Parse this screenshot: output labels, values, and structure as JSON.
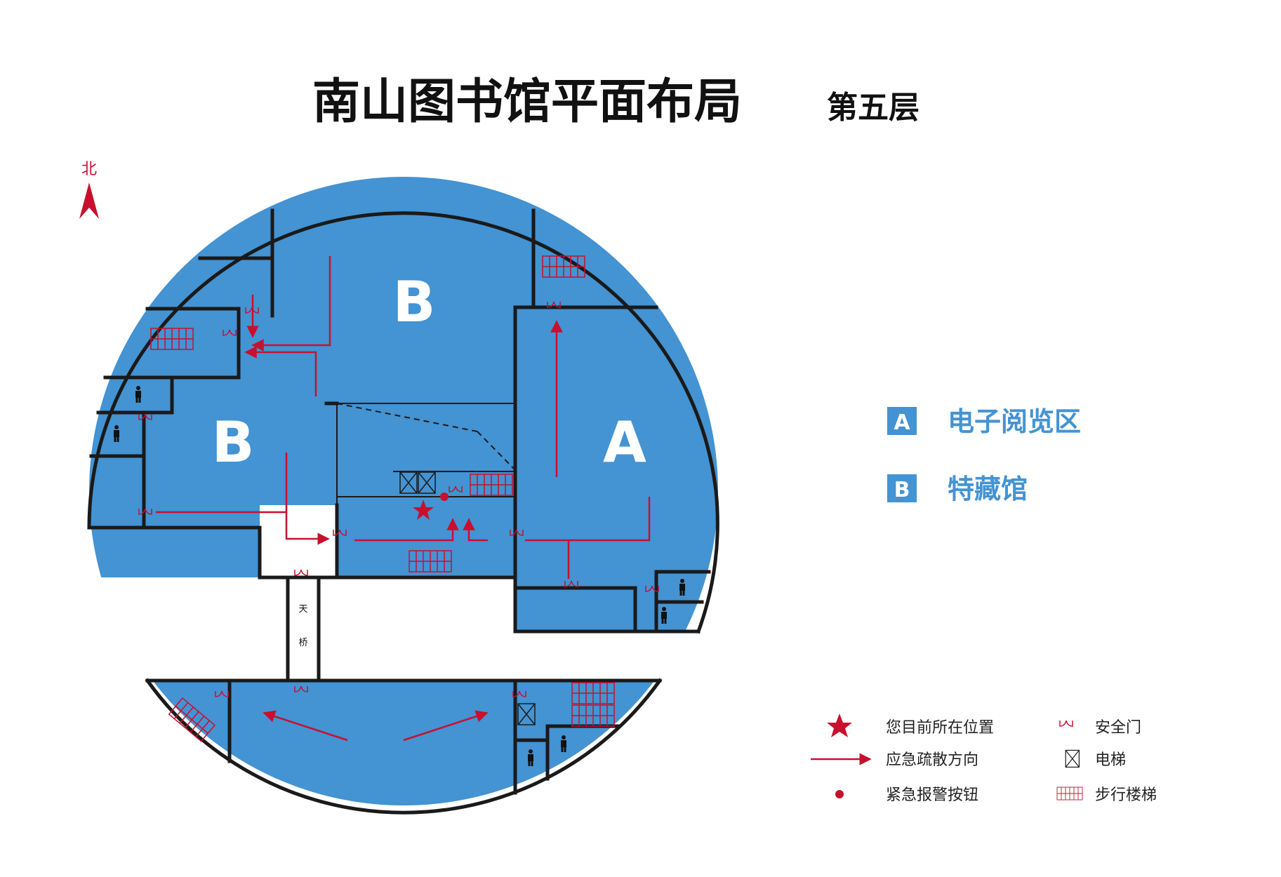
{
  "title": {
    "main": "南山图书馆平面布局",
    "floor": "第五层"
  },
  "compass": {
    "label": "北"
  },
  "zones": [
    {
      "letter": "A",
      "name": "电子阅览区"
    },
    {
      "letter": "B",
      "name": "特藏馆"
    }
  ],
  "map_labels": {
    "zone_b_1": "B",
    "zone_b_2": "B",
    "zone_a": "A",
    "bridge_1": "天",
    "bridge_2": "桥"
  },
  "legend": {
    "you_are_here": "您目前所在位置",
    "evacuation": "应急疏散方向",
    "alarm": "紧急报警按钮",
    "safety_door": "安全门",
    "elevator": "电梯",
    "stairs": "步行楼梯"
  },
  "colors": {
    "floor": "#4493d2",
    "walls": "#1a1a1a",
    "markers": "#c8102e"
  },
  "icons": {
    "compass": "north-arrow-icon",
    "toilet_male": "male-toilet-icon",
    "toilet_female": "female-toilet-icon"
  }
}
